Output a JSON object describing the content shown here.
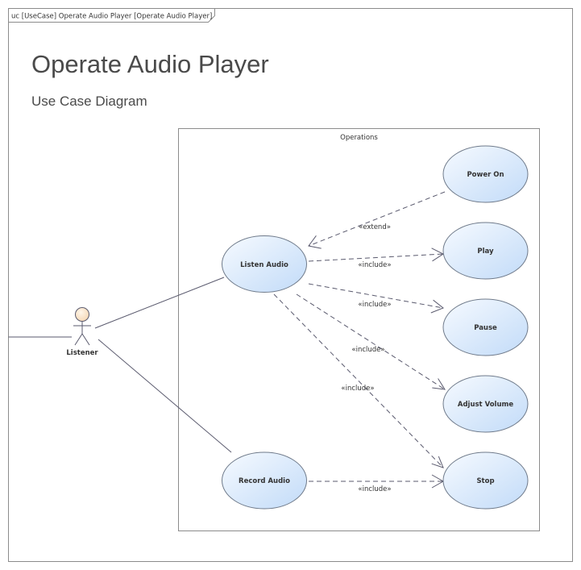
{
  "frame": {
    "label": "uc [UseCase] Operate Audio Player [Operate Audio Player]",
    "title": "Operate Audio Player",
    "subtitle": "Use Case Diagram"
  },
  "boundary": {
    "label": "Operations"
  },
  "actor": {
    "label": "Listener"
  },
  "use_cases": {
    "power_on": "Power On",
    "play": "Play",
    "pause": "Pause",
    "adjust_volume": "Adjust Volume",
    "stop": "Stop",
    "listen_audio": "Listen Audio",
    "record_audio": "Record Audio"
  },
  "relationships": {
    "extend_power_on": "«extend»",
    "include_play": "«include»",
    "include_pause": "«include»",
    "include_adjust_volume": "«include»",
    "include_stop_from_listen": "«include»",
    "include_stop_from_record": "«include»"
  },
  "colors": {
    "frame_border": "#8c8c8c",
    "use_case_fill_light": "#f3f8ff",
    "use_case_fill_dark": "#c6defa",
    "use_case_border": "#6f7a8a",
    "actor_head_fill": "#fce8cf",
    "line_color": "#5a5a6e"
  }
}
